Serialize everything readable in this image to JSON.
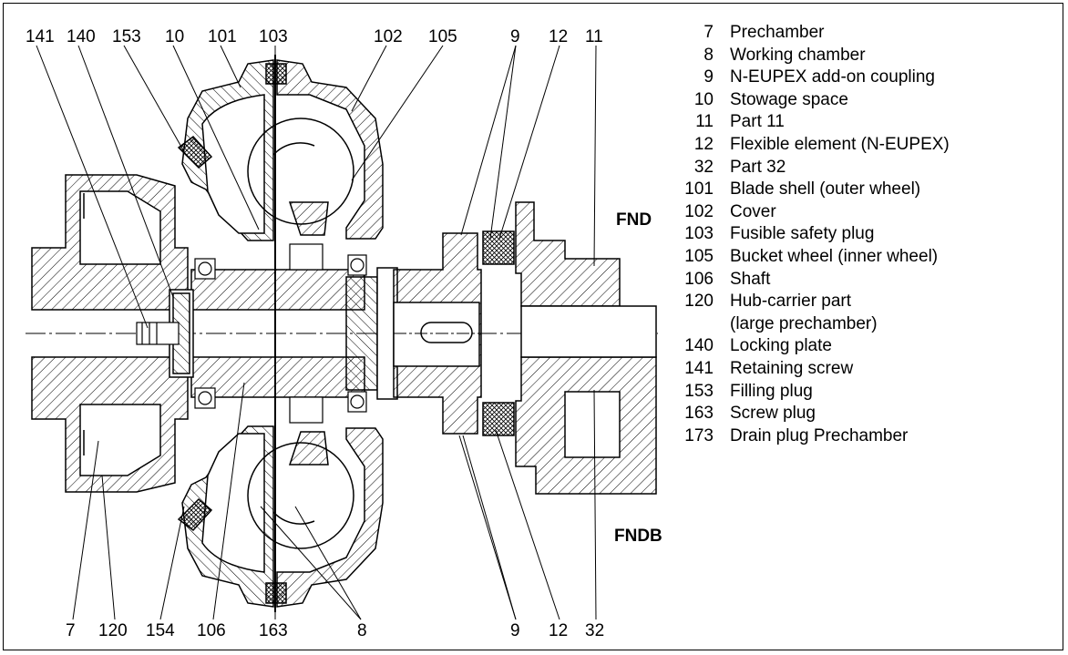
{
  "callouts_top": [
    "141",
    "140",
    "153",
    "10",
    "101",
    "103",
    "102",
    "105",
    "9",
    "12",
    "11"
  ],
  "callouts_bottom": [
    "7",
    "120",
    "154",
    "106",
    "163",
    "8",
    "9",
    "12",
    "32"
  ],
  "side_labels": {
    "fnd": "FND",
    "fndb": "FNDB"
  },
  "legend": [
    {
      "num": "7",
      "text": "Prechamber"
    },
    {
      "num": "8",
      "text": "Working chamber"
    },
    {
      "num": "9",
      "text": "N-EUPEX add-on coupling"
    },
    {
      "num": "10",
      "text": "Stowage space"
    },
    {
      "num": "11",
      "text": "Part 11"
    },
    {
      "num": "12",
      "text": "Flexible element (N-EUPEX)"
    },
    {
      "num": "32",
      "text": "Part 32"
    },
    {
      "num": "101",
      "text": "Blade shell (outer wheel)"
    },
    {
      "num": "102",
      "text": "Cover"
    },
    {
      "num": "103",
      "text": "Fusible safety plug"
    },
    {
      "num": "105",
      "text": "Bucket wheel (inner wheel)"
    },
    {
      "num": "106",
      "text": "Shaft"
    },
    {
      "num": "120",
      "text": "Hub-carrier part"
    },
    {
      "num": "",
      "text": "(large prechamber)"
    },
    {
      "num": "140",
      "text": "Locking plate"
    },
    {
      "num": "141",
      "text": "Retaining screw"
    },
    {
      "num": "153",
      "text": "Filling plug"
    },
    {
      "num": "163",
      "text": "Screw plug"
    },
    {
      "num": "173",
      "text": "Drain plug Prechamber"
    }
  ]
}
